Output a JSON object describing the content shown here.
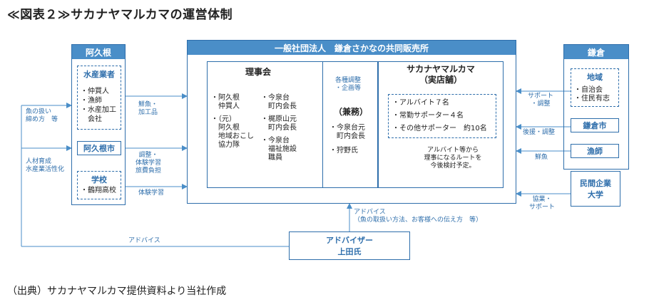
{
  "title": "≪図表２≫サカナヤマルカマの運営体制",
  "source": "（出典）サカナヤマルカマ提供資料より当社作成",
  "left": {
    "header": "阿久根",
    "group1": {
      "title": "水産業者",
      "items": [
        "・仲買人",
        "・漁師",
        "・水産加工",
        "　会社"
      ]
    },
    "city": "阿久根市",
    "school": {
      "title": "学校",
      "item": "・鶴翔高校"
    }
  },
  "center": {
    "header": "一般社団法人　鎌倉さかなの共同販売所",
    "board": {
      "title": "理事会",
      "col1": [
        "・阿久根",
        "　仲買人",
        "",
        "・（元）",
        "　阿久根",
        "　地域おこし",
        "　協力隊"
      ],
      "col2": [
        "・今泉台",
        "　町内会長",
        "",
        "・梶原山元",
        "　町内会長",
        "",
        "・今泉台",
        "　福祉施設",
        "　職員"
      ]
    },
    "middle": {
      "label": [
        "各種調整",
        "・企画等"
      ],
      "title": "（兼務）",
      "items": [
        "・今泉台元",
        "　町内会長",
        "",
        "・狩野氏"
      ]
    },
    "store": {
      "title": "サカナヤマルカマ",
      "subtitle": "（実店舗）",
      "items": [
        "・アルバイト７名",
        "・常勤サポーター４名",
        "・その他サポーター　約10名"
      ],
      "note": [
        "アルバイト等から",
        "理事になるルートを",
        "今後検討予定。"
      ]
    }
  },
  "right": {
    "header": "鎌倉",
    "region": {
      "title": "地域",
      "items": [
        "・自治会",
        "・住民有志"
      ]
    },
    "city": "鎌倉市",
    "fisher": "漁師",
    "corp": [
      "民間企業",
      "大学"
    ]
  },
  "advisor": {
    "title": "アドバイザー",
    "name": "上田氏"
  },
  "labels": {
    "handling": [
      "魚の扱い",
      "締め方　等"
    ],
    "hr": [
      "人材育成",
      "水産業活性化"
    ],
    "fresh": [
      "鮮魚・",
      "加工品"
    ],
    "coord": [
      "調整・",
      "体験学習",
      "旅費負担"
    ],
    "exp": "体験学習",
    "support": [
      "サポート",
      "・調整"
    ],
    "cosponsor": "後援・調整",
    "fresh_fish": "鮮魚",
    "collab": [
      "協業・",
      "サポート"
    ],
    "advice_top": [
      "アドバイス",
      "（魚の取扱い方法、お客様への伝え方　等）"
    ],
    "advice_left": "アドバイス"
  }
}
